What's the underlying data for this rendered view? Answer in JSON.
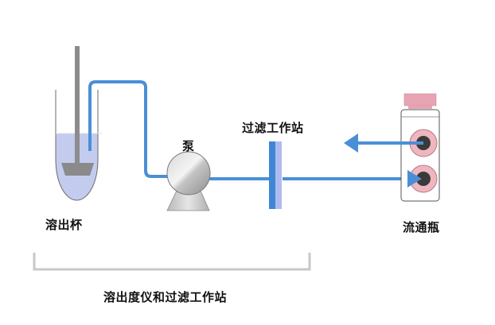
{
  "diagram": {
    "title": "溶出度仪和过滤工作站",
    "components": {
      "vessel": {
        "label": "溶出杯"
      },
      "pump": {
        "label": "泵"
      },
      "filter_station": {
        "label": "过滤工作站"
      },
      "flow_cell": {
        "label": "流通瓶"
      }
    },
    "group_label": "溶出度仪和过滤工作站",
    "flows": [
      {
        "from": "vessel",
        "to": "pump"
      },
      {
        "from": "pump",
        "to": "filter_station"
      },
      {
        "from": "filter_station",
        "to": "flow_cell",
        "direction": "in"
      },
      {
        "from": "flow_cell",
        "to": "outlet",
        "direction": "out"
      }
    ],
    "colors": {
      "tube": "#4a8fd6",
      "liquid": "#c3cbee",
      "shaft": "#8c8c8c",
      "filter_dark": "#3f86d4",
      "filter_light": "#aebbee",
      "flow_cell_cap": "#e8a4b3",
      "port_ring": "#f0b6c0",
      "port_core": "#3a3a3a",
      "bracket": "#c8c8c8"
    }
  }
}
